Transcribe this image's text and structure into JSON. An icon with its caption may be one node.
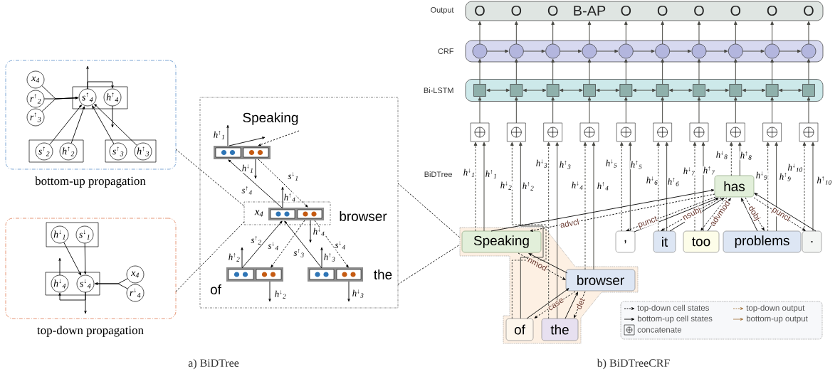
{
  "diagram": {
    "nodes": [
      {
        "text": [
          "bottom-up propagation"
        ]
      },
      {
        "text": [
          "x$_{4}$"
        ],
        "in": 0
      },
      {
        "text": [
          "r$^{↑}$$_{2}$"
        ],
        "in": 0
      },
      {
        "text": [
          "r$^{↑}$$_{3}$"
        ],
        "in": 0
      },
      {
        "text": [],
        "shape": "box",
        "in": 0
      },
      {
        "text": [
          "s$^{↑}$$_{4}$"
        ],
        "in": 4
      },
      {
        "text": [
          "h$^{↑}$$_{4}$"
        ],
        "in": 4
      },
      {
        "text": [],
        "shape": "box",
        "in": 0
      },
      {
        "text": [
          "s$^{↑}$$_{2}$"
        ],
        "in": 7
      },
      {
        "text": [
          "h$^{↑}$$_{2}$"
        ],
        "in": 7
      },
      {
        "text": [],
        "shape": "box",
        "in": 0
      },
      {
        "text": [
          "s$^{↑}$$_{3}$"
        ],
        "in": 10
      },
      {
        "text": [
          "h$^{↑}$$_{3}$"
        ],
        "in": 10
      },
      {
        "text": [
          "top-down propagation"
        ]
      },
      {
        "text": [],
        "shape": "box",
        "in": 13
      },
      {
        "text": [
          "h$^{↓}$$_{1}$"
        ],
        "in": 14
      },
      {
        "text": [
          "s$^{↓}$$_{1}$"
        ],
        "in": 14
      },
      {
        "text": [],
        "shape": "box",
        "in": 13
      },
      {
        "text": [
          "h$^{↓}$$_{4}$"
        ],
        "in": 17
      },
      {
        "text": [
          "s$^{↓}$$_{4}$"
        ],
        "in": 17
      },
      {
        "text": [
          "x$_{4}$"
        ],
        "in": 13
      },
      {
        "text": [
          "r$^{↓}$$_{4}$"
        ],
        "in": 13
      },
      {
        "text": [],
        "shape": "box"
      },
      {
        "text": [
          "Speaking"
        ],
        "in": 22
      },
      {
        "text": [
          "x$_{4}$",
          "browser"
        ],
        "in": 22
      },
      {
        "text": [],
        "shape": "box",
        "in": 24
      },
      {
        "text": [
          "of"
        ],
        "in": 22
      },
      {
        "text": [
          "the"
        ],
        "in": 22
      },
      {
        "text": [],
        "shape": "box",
        "beside": [
          "Output"
        ]
      },
      {
        "text": [
          "O"
        ],
        "in": 28
      },
      {
        "text": [
          "O"
        ],
        "in": 28
      },
      {
        "text": [
          "O"
        ],
        "in": 28
      },
      {
        "text": [
          "B-AP"
        ],
        "in": 28
      },
      {
        "text": [
          "O"
        ],
        "in": 28
      },
      {
        "text": [
          "O"
        ],
        "in": 28
      },
      {
        "text": [
          "O"
        ],
        "in": 28
      },
      {
        "text": [
          "O"
        ],
        "in": 28
      },
      {
        "text": [
          "O"
        ],
        "in": 28
      },
      {
        "text": [
          "O"
        ],
        "in": 28
      },
      {
        "text": [],
        "shape": "box",
        "beside": [
          "CRF"
        ]
      },
      {
        "text": [],
        "shape": "circle",
        "in": 39
      },
      {
        "text": [],
        "shape": "circle",
        "in": 39
      },
      {
        "text": [],
        "shape": "circle",
        "in": 39
      },
      {
        "text": [],
        "shape": "circle",
        "in": 39
      },
      {
        "text": [],
        "shape": "circle",
        "in": 39
      },
      {
        "text": [],
        "shape": "circle",
        "in": 39
      },
      {
        "text": [],
        "shape": "circle",
        "in": 39
      },
      {
        "text": [],
        "shape": "circle",
        "in": 39
      },
      {
        "text": [],
        "shape": "circle",
        "in": 39
      },
      {
        "text": [],
        "shape": "circle",
        "in": 39
      },
      {
        "text": [],
        "shape": "box",
        "beside": [
          "Bi-LSTM"
        ]
      },
      {
        "text": [],
        "shape": "box",
        "in": 50
      },
      {
        "text": [],
        "shape": "box",
        "in": 50
      },
      {
        "text": [],
        "shape": "box",
        "in": 50
      },
      {
        "text": [],
        "shape": "box",
        "in": 50
      },
      {
        "text": [],
        "shape": "box",
        "in": 50
      },
      {
        "text": [],
        "shape": "box",
        "in": 50
      },
      {
        "text": [],
        "shape": "box",
        "in": 50
      },
      {
        "text": [],
        "shape": "box",
        "in": 50
      },
      {
        "text": [],
        "shape": "box",
        "in": 50
      },
      {
        "text": [],
        "shape": "box",
        "in": 50
      },
      {
        "text": [],
        "shape": "box"
      },
      {
        "text": [],
        "shape": "box"
      },
      {
        "text": [],
        "shape": "box"
      },
      {
        "text": [],
        "shape": "box"
      },
      {
        "text": [],
        "shape": "box"
      },
      {
        "text": [],
        "shape": "box"
      },
      {
        "text": [],
        "shape": "box"
      },
      {
        "text": [],
        "shape": "box"
      },
      {
        "text": [],
        "shape": "box"
      },
      {
        "text": [],
        "shape": "box"
      },
      {
        "text": [],
        "shape": "box"
      },
      {
        "text": [
          "Speaking"
        ],
        "in": 71
      },
      {
        "text": [
          "of"
        ],
        "in": 71
      },
      {
        "text": [
          "the"
        ],
        "in": 71
      },
      {
        "text": [
          "browser"
        ],
        "in": 71
      },
      {
        "text": [
          ","
        ]
      },
      {
        "text": [
          "it"
        ]
      },
      {
        "text": [
          "too"
        ]
      },
      {
        "text": [
          "has"
        ]
      },
      {
        "text": [
          "problems"
        ]
      },
      {
        "text": [
          "."
        ]
      }
    ],
    "edges": [
      {
        "from": 1,
        "to": 5,
        "arrow": "to",
        "color": "#000000"
      },
      {
        "from": 2,
        "to": 5,
        "arrow": "to",
        "color": "#000000"
      },
      {
        "from": 3,
        "to": 5,
        "arrow": "to",
        "color": "#000000"
      },
      {
        "from": 8,
        "to": 5,
        "arrow": "to",
        "color": "#000000"
      },
      {
        "from": 9,
        "to": 5,
        "arrow": "to",
        "color": "#000000"
      },
      {
        "from": 12,
        "to": 5,
        "arrow": "to",
        "color": "#000000"
      },
      {
        "from": 11,
        "to": 5,
        "arrow": "to",
        "color": "#000000"
      },
      {
        "from": 5,
        "to": 6,
        "arrow": "to",
        "color": "#000000"
      },
      {
        "from": 5,
        "to": null,
        "arrow": "to",
        "color": "#000000"
      },
      {
        "from": 6,
        "to": null,
        "arrow": "to",
        "color": "#000000"
      },
      {
        "from": 15,
        "to": 19,
        "arrow": "to",
        "color": "#000000"
      },
      {
        "from": 16,
        "to": 19,
        "arrow": "to",
        "color": "#000000"
      },
      {
        "from": 20,
        "to": 19,
        "arrow": "to",
        "color": "#000000"
      },
      {
        "from": 21,
        "to": 19,
        "arrow": "to",
        "color": "#000000"
      },
      {
        "from": 19,
        "to": 18,
        "arrow": "to",
        "color": "#000000"
      },
      {
        "from": 18,
        "to": null,
        "arrow": "to",
        "color": "#000000"
      },
      {
        "from": 19,
        "to": null,
        "arrow": "to",
        "color": "#000000"
      },
      {
        "from": 25,
        "to": 23,
        "arrow": "to",
        "label": "s$^{↑}$$_{4}$",
        "color": "#000000"
      },
      {
        "from": 23,
        "to": 25,
        "arrow": "to",
        "label": "s$^{↓}$$_{1}$",
        "style": "dashed",
        "color": "#000000"
      },
      {
        "from": 26,
        "to": 25,
        "arrow": "to",
        "label": "s$^{↑}$$_{2}$",
        "color": "#000000"
      },
      {
        "from": 25,
        "to": 26,
        "arrow": "to",
        "label": "s$^{↓}$$_{4}$",
        "style": "dashed",
        "color": "#000000"
      },
      {
        "from": 27,
        "to": 25,
        "arrow": "to",
        "label": "s$^{↑}$$_{3}$",
        "color": "#000000"
      },
      {
        "from": 25,
        "to": 27,
        "arrow": "to",
        "label": "s$^{↓}$$_{4}$",
        "style": "dashed",
        "color": "#000000"
      },
      {
        "from": 23,
        "to": null,
        "arrow": "to",
        "label": "h$^{↑}$$_{1}$",
        "color": "#000000"
      },
      {
        "from": 23,
        "to": null,
        "arrow": "to",
        "label": "h$^{↓}$$_{1}$",
        "color": "#000000"
      },
      {
        "from": 23,
        "to": null,
        "arrow": "to",
        "color": "#000000"
      },
      {
        "from": null,
        "to": 23,
        "arrow": "to",
        "style": "dashed",
        "color": "#000000"
      },
      {
        "from": 25,
        "to": null,
        "arrow": "to",
        "label": "h$^{↑}$$_{4}$",
        "color": "#000000"
      },
      {
        "from": 25,
        "to": null,
        "arrow": "to",
        "label": "h$^{↓}$$_{4}$",
        "color": "#000000"
      },
      {
        "from": 26,
        "to": null,
        "arrow": "to",
        "label": "h$^{↑}$$_{2}$",
        "color": "#000000"
      },
      {
        "from": 26,
        "to": null,
        "arrow": "to",
        "label": "h$^{↓}$$_{2}$",
        "color": "#000000"
      },
      {
        "from": 27,
        "to": null,
        "arrow": "to",
        "label": "h$^{↑}$$_{3}$",
        "color": "#000000"
      },
      {
        "from": 27,
        "to": null,
        "arrow": "to",
        "label": "h$^{↓}$$_{3}$",
        "color": "#000000"
      },
      {
        "from": 0,
        "to": 24,
        "arrow": "none",
        "style": "dashed",
        "color": "#000000"
      },
      {
        "from": 13,
        "to": 24,
        "arrow": "none",
        "style": "dashed",
        "color": "#000000"
      },
      {
        "from": 22,
        "to": 71,
        "arrow": "none",
        "style": "dashed",
        "color": "#000000"
      },
      {
        "from": 22,
        "to": 71,
        "arrow": "none",
        "style": "dashed",
        "color": "#000000"
      },
      {
        "from": 40,
        "to": 29,
        "arrow": "to"
      },
      {
        "from": 41,
        "to": 30,
        "arrow": "to"
      },
      {
        "from": 42,
        "to": 31,
        "arrow": "to"
      },
      {
        "from": 43,
        "to": 32,
        "arrow": "to"
      },
      {
        "from": 44,
        "to": 33,
        "arrow": "to"
      },
      {
        "from": 45,
        "to": 34,
        "arrow": "to"
      },
      {
        "from": 46,
        "to": 35,
        "arrow": "to"
      },
      {
        "from": 47,
        "to": 36,
        "arrow": "to"
      },
      {
        "from": 48,
        "to": 37,
        "arrow": "to"
      },
      {
        "from": 49,
        "to": 38,
        "arrow": "to"
      },
      {
        "from": 40,
        "to": 41,
        "arrow": "to"
      },
      {
        "from": 41,
        "to": 42,
        "arrow": "to"
      },
      {
        "from": 42,
        "to": 43,
        "arrow": "to"
      },
      {
        "from": 43,
        "to": 44,
        "arrow": "to"
      },
      {
        "from": 44,
        "to": 45,
        "arrow": "to"
      },
      {
        "from": 45,
        "to": 46,
        "arrow": "to"
      },
      {
        "from": 46,
        "to": 47,
        "arrow": "to"
      },
      {
        "from": 47,
        "to": 48,
        "arrow": "to"
      },
      {
        "from": 48,
        "to": 49,
        "arrow": "to"
      },
      {
        "from": 51,
        "to": 40,
        "arrow": "to"
      },
      {
        "from": 52,
        "to": 41,
        "arrow": "to"
      },
      {
        "from": 53,
        "to": 42,
        "arrow": "to"
      },
      {
        "from": 54,
        "to": 43,
        "arrow": "to"
      },
      {
        "from": 55,
        "to": 44,
        "arrow": "to"
      },
      {
        "from": 56,
        "to": 45,
        "arrow": "to"
      },
      {
        "from": 57,
        "to": 46,
        "arrow": "to"
      },
      {
        "from": 58,
        "to": 47,
        "arrow": "to"
      },
      {
        "from": 59,
        "to": 48,
        "arrow": "to"
      },
      {
        "from": 60,
        "to": 49,
        "arrow": "to"
      },
      {
        "from": 51,
        "to": 52,
        "arrow": "both"
      },
      {
        "from": 52,
        "to": 53,
        "arrow": "both"
      },
      {
        "from": 53,
        "to": 54,
        "arrow": "both"
      },
      {
        "from": 54,
        "to": 55,
        "arrow": "both"
      },
      {
        "from": 55,
        "to": 56,
        "arrow": "both"
      },
      {
        "from": 56,
        "to": 57,
        "arrow": "both"
      },
      {
        "from": 57,
        "to": 58,
        "arrow": "both"
      },
      {
        "from": 58,
        "to": 59,
        "arrow": "both"
      },
      {
        "from": 59,
        "to": 60,
        "arrow": "both"
      },
      {
        "from": 61,
        "to": 51,
        "arrow": "to"
      },
      {
        "from": 62,
        "to": 52,
        "arrow": "to"
      },
      {
        "from": 63,
        "to": 53,
        "arrow": "to"
      },
      {
        "from": 64,
        "to": 54,
        "arrow": "to"
      },
      {
        "from": 65,
        "to": 55,
        "arrow": "to"
      },
      {
        "from": 66,
        "to": 56,
        "arrow": "to"
      },
      {
        "from": 67,
        "to": 57,
        "arrow": "to"
      },
      {
        "from": 68,
        "to": 58,
        "arrow": "to"
      },
      {
        "from": 69,
        "to": 59,
        "arrow": "to"
      },
      {
        "from": 70,
        "to": 60,
        "arrow": "to"
      },
      {
        "from": 72,
        "to": 61,
        "arrow": "to",
        "label": "h$^{↓}$$_{1}$",
        "style": "dashed"
      },
      {
        "from": 72,
        "to": 61,
        "arrow": "to",
        "label": "h$^{↑}$$_{1}$"
      },
      {
        "from": 73,
        "to": 62,
        "arrow": "to",
        "label": "h$^{↓}$$_{2}$",
        "style": "dashed"
      },
      {
        "from": 73,
        "to": 62,
        "arrow": "to",
        "label": "h$^{↑}$$_{2}$"
      },
      {
        "from": 74,
        "to": 63,
        "arrow": "to",
        "label": "h$^{↓}$$_{3}$",
        "style": "dashed"
      },
      {
        "from": 74,
        "to": 63,
        "arrow": "to",
        "label": "h$^{↑}$$_{3}$"
      },
      {
        "from": 75,
        "to": 64,
        "arrow": "to",
        "label": "h$^{↓}$$_{4}$",
        "style": "dashed"
      },
      {
        "from": 75,
        "to": 64,
        "arrow": "to",
        "label": "h$^{↑}$$_{4}$"
      },
      {
        "from": 76,
        "to": 65,
        "arrow": "to",
        "label": "h$^{↓}$$_{5}$",
        "style": "dashed"
      },
      {
        "from": 76,
        "to": 65,
        "arrow": "to",
        "label": "h$^{↑}$$_{5}$"
      },
      {
        "from": 77,
        "to": 66,
        "arrow": "to",
        "label": "h$^{↓}$$_{6}$",
        "style": "dashed"
      },
      {
        "from": 77,
        "to": 66,
        "arrow": "to",
        "label": "h$^{↑}$$_{6}$"
      },
      {
        "from": 78,
        "to": 67,
        "arrow": "to",
        "label": "h$^{↓}$$_{7}$",
        "style": "dashed"
      },
      {
        "from": 78,
        "to": 67,
        "arrow": "to",
        "label": "h$^{↑}$$_{7}$"
      },
      {
        "from": 79,
        "to": 68,
        "arrow": "to",
        "label": "h$^{↓}$$_{8}$",
        "style": "dashed"
      },
      {
        "from": 79,
        "to": 68,
        "arrow": "to",
        "label": "h$^{↑}$$_{8}$"
      },
      {
        "from": 80,
        "to": 69,
        "arrow": "to",
        "label": "h$^{↓}$$_{9}$",
        "style": "dashed"
      },
      {
        "from": 80,
        "to": 69,
        "arrow": "to",
        "label": "h$^{↑}$$_{9}$"
      },
      {
        "from": 81,
        "to": 70,
        "arrow": "to",
        "label": "h$^{↓}$$_{10}$",
        "style": "dashed"
      },
      {
        "from": 81,
        "to": 70,
        "arrow": "to",
        "label": "h$^{↑}$$_{10}$"
      },
      {
        "from": 72,
        "to": 79,
        "arrow": "to",
        "color": "#000000"
      },
      {
        "from": 79,
        "to": 72,
        "arrow": "to",
        "label": "advcl",
        "style": "dashed",
        "color": "#000000"
      },
      {
        "from": 76,
        "to": 79,
        "arrow": "to",
        "color": "#000000"
      },
      {
        "from": 79,
        "to": 76,
        "arrow": "to",
        "label": "punct",
        "style": "dashed",
        "color": "#000000"
      },
      {
        "from": 77,
        "to": 79,
        "arrow": "to",
        "color": "#000000"
      },
      {
        "from": 79,
        "to": 77,
        "arrow": "to",
        "label": "nsubj",
        "style": "dashed",
        "color": "#000000"
      },
      {
        "from": 78,
        "to": 79,
        "arrow": "to",
        "color": "#000000"
      },
      {
        "from": 79,
        "to": 78,
        "arrow": "to",
        "label": "advmod",
        "style": "dashed",
        "color": "#000000"
      },
      {
        "from": 80,
        "to": 79,
        "arrow": "to",
        "color": "#000000"
      },
      {
        "from": 79,
        "to": 80,
        "arrow": "to",
        "label": "dobj",
        "style": "dashed",
        "color": "#000000"
      },
      {
        "from": 81,
        "to": 79,
        "arrow": "to",
        "color": "#000000"
      },
      {
        "from": 79,
        "to": 81,
        "arrow": "to",
        "label": "punct",
        "style": "dashed",
        "color": "#000000"
      },
      {
        "from": 75,
        "to": 72,
        "arrow": "to",
        "color": "#000000"
      },
      {
        "from": 72,
        "to": 75,
        "arrow": "to",
        "label": "nmod",
        "style": "dashed",
        "color": "#000000"
      },
      {
        "from": 73,
        "to": 75,
        "arrow": "to",
        "color": "#000000"
      },
      {
        "from": 75,
        "to": 73,
        "arrow": "to",
        "label": "case",
        "style": "dashed",
        "color": "#000000"
      },
      {
        "from": 74,
        "to": 75,
        "arrow": "to",
        "color": "#000000"
      },
      {
        "from": 75,
        "to": 74,
        "arrow": "to",
        "label": "det",
        "style": "dashed",
        "color": "#000000"
      }
    ],
    "labels": [
      "BiDTree",
      "a) BiDTree",
      "b) BiDTreeCRF"
    ],
    "legend": [
      {
        "text": "top-down cell states"
      },
      {
        "text": "top-down output"
      },
      {
        "text": "bottom-up cell states"
      },
      {
        "text": "bottom-up output"
      },
      {
        "text": "concatenate"
      }
    ]
  }
}
